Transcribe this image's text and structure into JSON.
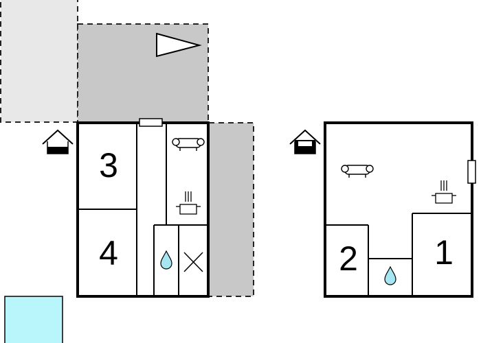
{
  "floor_plan": {
    "colors": {
      "wall": "#000000",
      "background": "#ffffff",
      "outdoor_light": "#e8e8e8",
      "outdoor_dark": "#c8c8c8",
      "pool": "#b8f6fb"
    },
    "rooms": {
      "room_3": "3",
      "room_4": "4",
      "room_2": "2",
      "room_1": "1"
    },
    "icons": [
      "house-entrance-icon",
      "direction-arrow-icon",
      "sofa-icon",
      "kitchen-pot-icon",
      "water-drop-icon",
      "toilet-cross-icon",
      "window-icon"
    ]
  }
}
